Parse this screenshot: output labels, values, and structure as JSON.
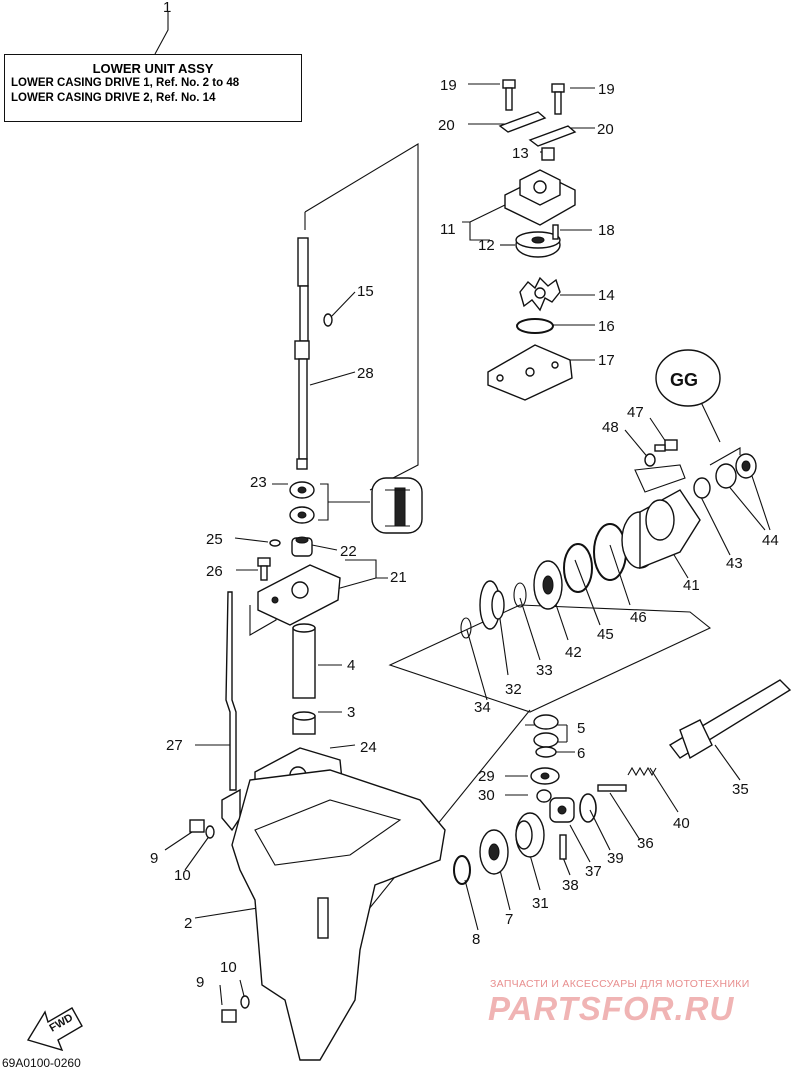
{
  "title_box": {
    "heading": "LOWER UNIT ASSY",
    "line1": "LOWER CASING DRIVE 1, Ref. No. 2 to 48",
    "line2": "LOWER CASING DRIVE 2, Ref. No. 14"
  },
  "diagram_code": "69A0100-0260",
  "fwd_label": "FWD",
  "watermark": {
    "small": "ЗАПЧАСТИ И АКСЕССУАРЫ ДЛЯ МОТОТЕХНИКИ",
    "big": "PARTSFOR.RU"
  },
  "callouts": [
    "1",
    "19",
    "19",
    "20",
    "20",
    "13",
    "11",
    "12",
    "18",
    "14",
    "16",
    "17",
    "15",
    "28",
    "47",
    "48",
    "23",
    "25",
    "22",
    "26",
    "21",
    "4",
    "3",
    "24",
    "27",
    "9",
    "10",
    "2",
    "10",
    "9",
    "34",
    "32",
    "33",
    "42",
    "45",
    "46",
    "41",
    "43",
    "44",
    "5",
    "6",
    "29",
    "30",
    "35",
    "40",
    "36",
    "39",
    "37",
    "38",
    "31",
    "7",
    "8"
  ],
  "sealant_label": "GG"
}
